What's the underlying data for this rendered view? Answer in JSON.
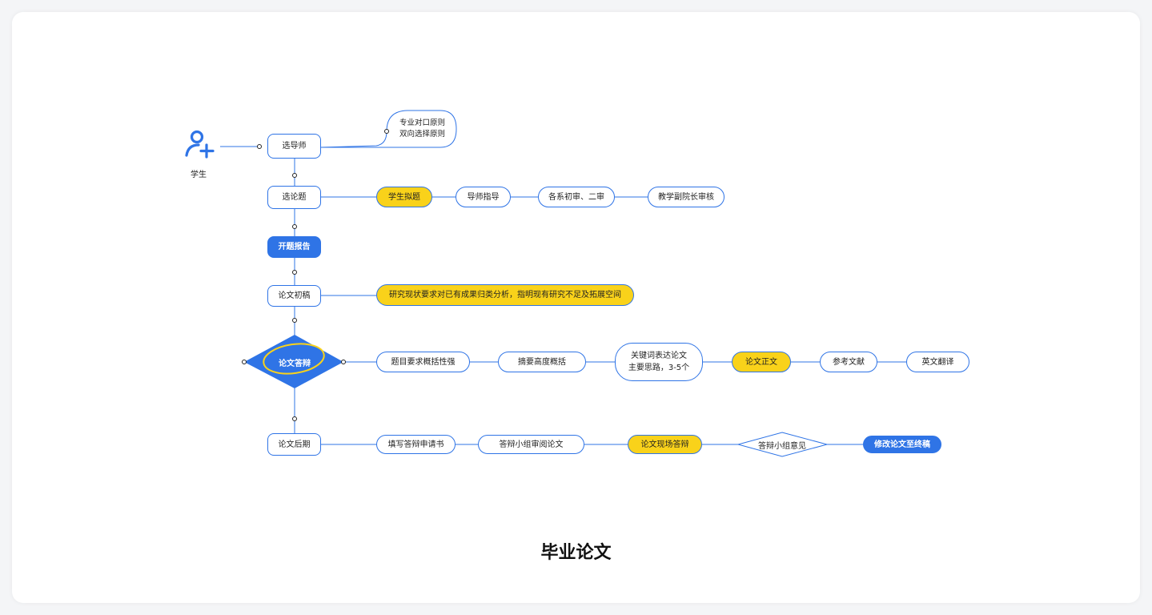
{
  "title": "毕业论文",
  "colors": {
    "blue": "#2f74e6",
    "yellow": "#f9d21a",
    "white": "#ffffff"
  },
  "actor": {
    "label": "学生",
    "icon": "user-add-icon"
  },
  "steps": [
    {
      "label": "选导师",
      "notes": [
        "专业对口原则",
        "双向选择原则"
      ]
    },
    {
      "label": "选论题",
      "children": [
        "学生拟题",
        "导师指导",
        "各系初审、二审",
        "教学副院长审核"
      ]
    },
    {
      "label": "开题报告"
    },
    {
      "label": "论文初稿",
      "children": [
        "研究现状要求对已有成果归类分析，指明现有研究不足及拓展空间"
      ]
    },
    {
      "label": "论文答辩",
      "children": [
        "题目要求概括性强",
        "摘要高度概括",
        "关键词表达论文",
        "主要思路，3-5个",
        "论文正文",
        "参考文献",
        "英文翻译"
      ]
    },
    {
      "label": "论文后期",
      "children": [
        "填写答辩申请书",
        "答辩小组审阅论文",
        "论文现场答辩",
        "答辩小组意见",
        "修改论文至终稿"
      ]
    }
  ]
}
